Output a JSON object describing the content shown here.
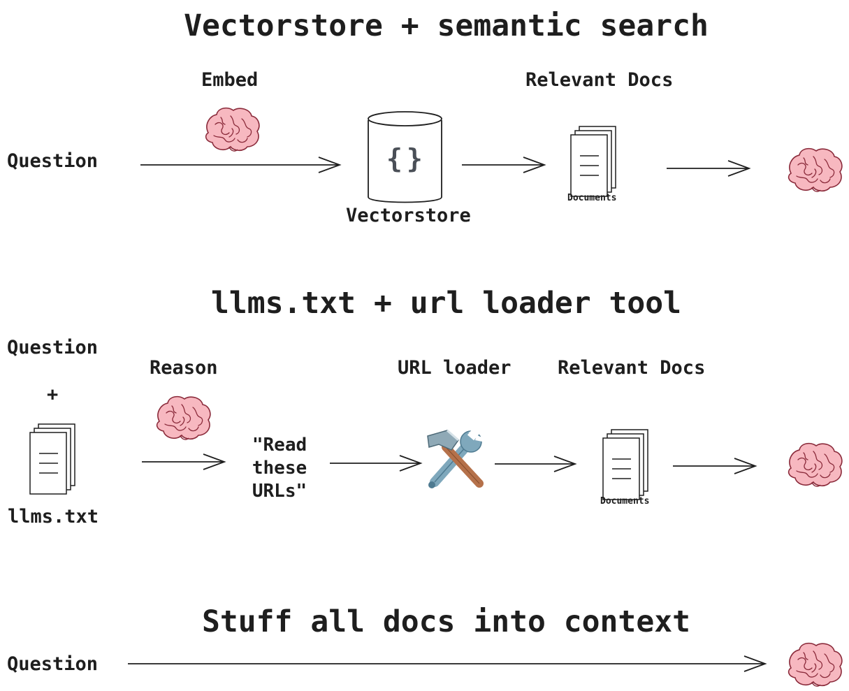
{
  "sections": [
    {
      "title": "Vectorstore + semantic search",
      "question_label": "Question",
      "embed_label": "Embed",
      "vectorstore_label": "Vectorstore",
      "vectorstore_glyph": "{}",
      "relevant_docs_label": "Relevant Docs",
      "documents_caption": "Documents"
    },
    {
      "title": "llms.txt + url loader tool",
      "question_label": "Question",
      "plus_label": "+",
      "llms_label": "llms.txt",
      "reason_label": "Reason",
      "quote_text": "\"Read\nthese\n URLs\"",
      "url_loader_label": "URL loader",
      "relevant_docs_label": "Relevant Docs",
      "documents_caption": "Documents"
    },
    {
      "title": "Stuff all docs into context",
      "question_label": "Question"
    }
  ],
  "icons": {
    "brain": "brain-icon",
    "tool": "hammer-wrench-icon",
    "documents": "documents-icon",
    "database": "database-icon"
  },
  "colors": {
    "ink": "#1e1e1e",
    "brain_fill": "#f7b8c0",
    "brain_stroke": "#8a2a3a",
    "db_glyph": "#4a4f57",
    "hammer_handle": "#b5714a",
    "metal": "#7fa8bc"
  }
}
